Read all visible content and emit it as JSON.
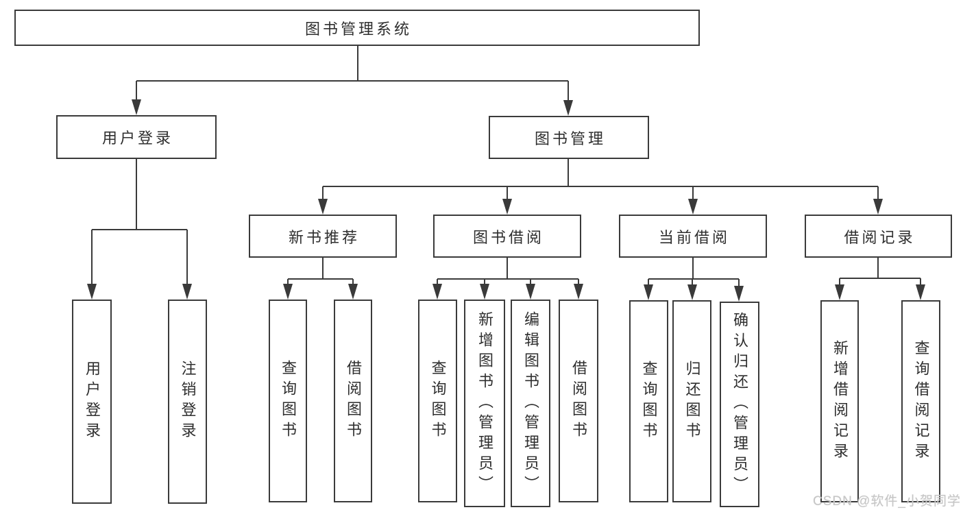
{
  "diagram_type": "hierarchy-tree",
  "root": {
    "label": "图书管理系统"
  },
  "branches": [
    {
      "label": "用户登录",
      "children": [
        {
          "label": "用户登录"
        },
        {
          "label": "注销登录"
        }
      ]
    },
    {
      "label": "图书管理",
      "children": [
        {
          "label": "新书推荐",
          "children": [
            {
              "label": "查询图书"
            },
            {
              "label": "借阅图书"
            }
          ]
        },
        {
          "label": "图书借阅",
          "children": [
            {
              "label": "查询图书"
            },
            {
              "label": "新增图书（管理员）"
            },
            {
              "label": "编辑图书（管理员）"
            },
            {
              "label": "借阅图书"
            }
          ]
        },
        {
          "label": "当前借阅",
          "children": [
            {
              "label": "查询图书"
            },
            {
              "label": "归还图书"
            },
            {
              "label": "确认归还（管理员）"
            }
          ]
        },
        {
          "label": "借阅记录",
          "children": [
            {
              "label": "新增借阅记录"
            },
            {
              "label": "查询借阅记录"
            }
          ]
        }
      ]
    }
  ],
  "watermark": "CSDN @软件_小贺同学",
  "colors": {
    "line": "#3a3a3a",
    "text": "#2e2e2e",
    "background": "#ffffff",
    "watermark": "#c6c6c6"
  }
}
